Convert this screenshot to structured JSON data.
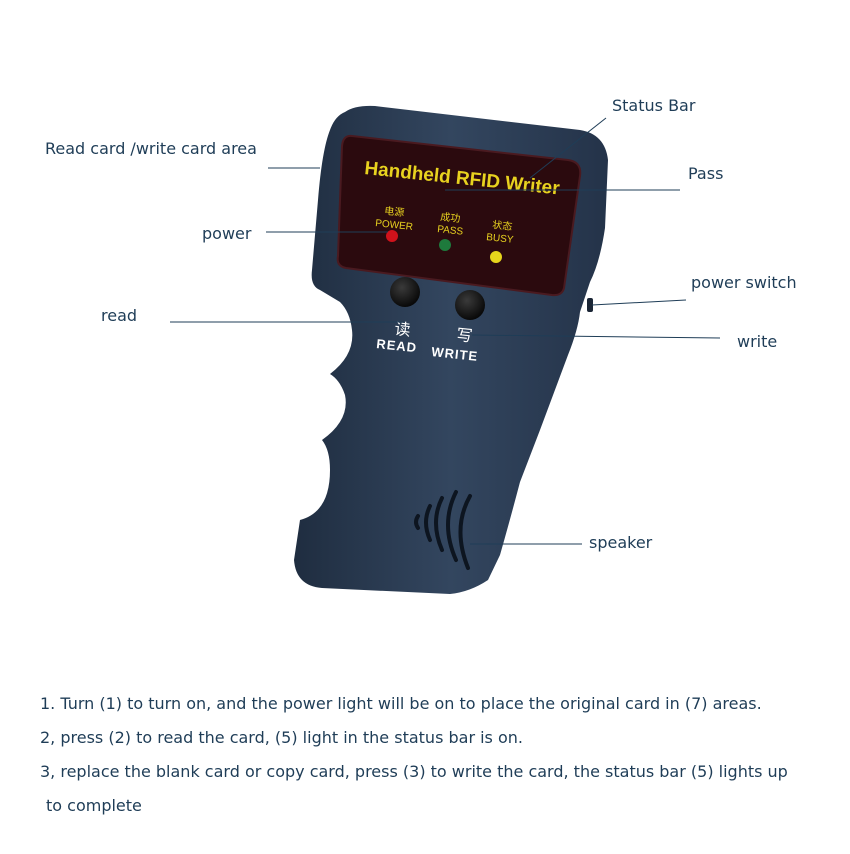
{
  "callouts": {
    "read_write_area": "Read card /write card area",
    "status_bar": "Status Bar",
    "pass": "Pass",
    "power": "power",
    "power_switch": "power switch",
    "read": "read",
    "write": "write",
    "speaker": "speaker"
  },
  "device": {
    "brand_text": "Handheld RFID Writer",
    "indicators": [
      {
        "cn": "电源",
        "en": "POWER",
        "color": "#d0121b"
      },
      {
        "cn": "成功",
        "en": "PASS",
        "color": "#1e7a3c"
      },
      {
        "cn": "状态",
        "en": "BUSY",
        "color": "#e6d51c"
      }
    ],
    "buttons": [
      {
        "cn": "读",
        "en": "READ"
      },
      {
        "cn": "写",
        "en": "WRITE"
      }
    ],
    "body_color": "#2a3b52",
    "panel_color": "#3a0d12",
    "label_color": "#e8d21f"
  },
  "instructions": [
    "1. Turn (1) to turn on, and the power light will be on to place the original card in (7) areas.",
    "2, press (2) to read the card, (5) light in the status bar is on.",
    "3, replace the blank card or copy card, press (3) to write the card, the status bar (5) lights up",
    "to complete"
  ]
}
